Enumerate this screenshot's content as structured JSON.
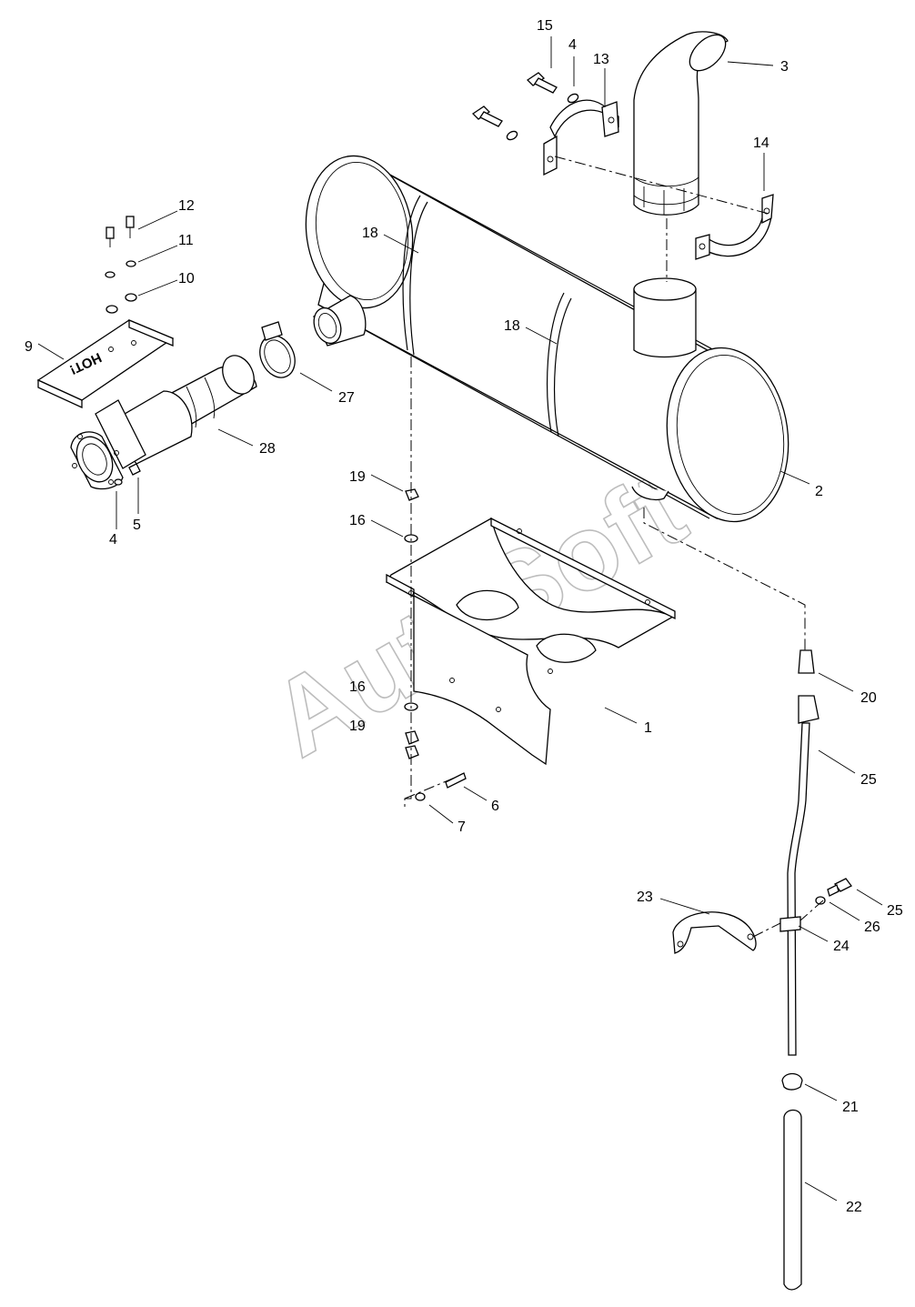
{
  "watermark": "AutoSoft",
  "hot_label": "HOT!",
  "callouts": [
    {
      "id": "c15",
      "label": "15"
    },
    {
      "id": "c4a",
      "label": "4"
    },
    {
      "id": "c13",
      "label": "13"
    },
    {
      "id": "c3",
      "label": "3"
    },
    {
      "id": "c14",
      "label": "14"
    },
    {
      "id": "c12",
      "label": "12"
    },
    {
      "id": "c11",
      "label": "11"
    },
    {
      "id": "c10",
      "label": "10"
    },
    {
      "id": "c9",
      "label": "9"
    },
    {
      "id": "c18a",
      "label": "18"
    },
    {
      "id": "c18b",
      "label": "18"
    },
    {
      "id": "c27",
      "label": "27"
    },
    {
      "id": "c28",
      "label": "28"
    },
    {
      "id": "c2",
      "label": "2"
    },
    {
      "id": "c4b",
      "label": "4"
    },
    {
      "id": "c5",
      "label": "5"
    },
    {
      "id": "c19a",
      "label": "19"
    },
    {
      "id": "c16a",
      "label": "16"
    },
    {
      "id": "c16b",
      "label": "16"
    },
    {
      "id": "c19b",
      "label": "19"
    },
    {
      "id": "c1",
      "label": "1"
    },
    {
      "id": "c6",
      "label": "6"
    },
    {
      "id": "c7",
      "label": "7"
    },
    {
      "id": "c20",
      "label": "20"
    },
    {
      "id": "c25a",
      "label": "25"
    },
    {
      "id": "c23",
      "label": "23"
    },
    {
      "id": "c25b",
      "label": "25"
    },
    {
      "id": "c26",
      "label": "26"
    },
    {
      "id": "c24",
      "label": "24"
    },
    {
      "id": "c21",
      "label": "21"
    },
    {
      "id": "c22",
      "label": "22"
    }
  ]
}
